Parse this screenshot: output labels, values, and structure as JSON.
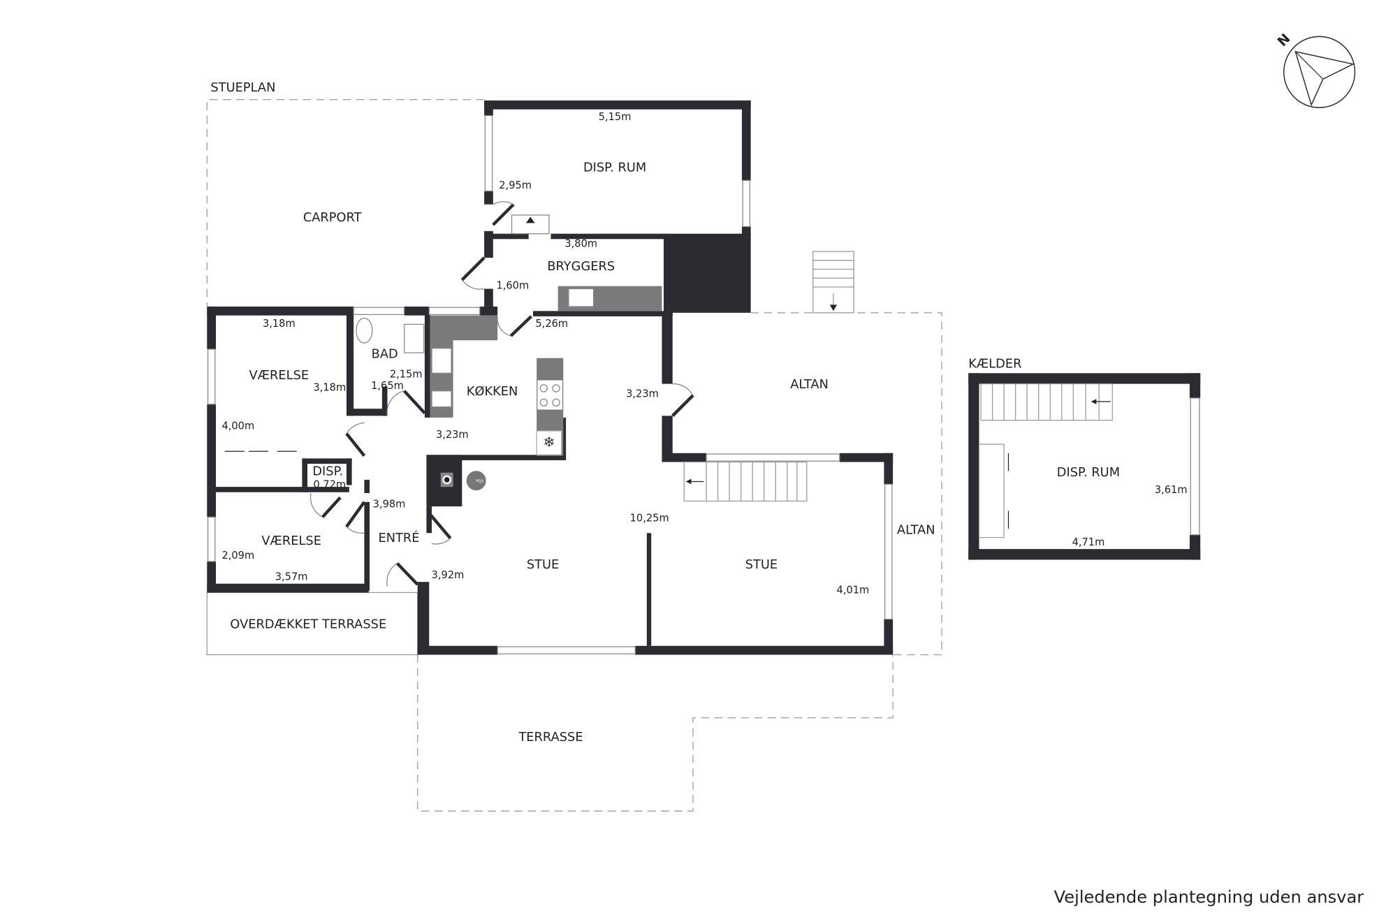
{
  "plans": {
    "ground_floor_title": "STUEPLAN",
    "basement_title": "KÆLDER"
  },
  "rooms": {
    "carport": "CARPORT",
    "disp_rum": "DISP. RUM",
    "bryggers": "BRYGGERS",
    "vaerelse_1": "VÆRELSE",
    "bad": "BAD",
    "kokken": "KØKKEN",
    "altan_1": "ALTAN",
    "disp": "DISP.",
    "entre": "ENTRÉ",
    "vaerelse_2": "VÆRELSE",
    "stue_1": "STUE",
    "stue_2": "STUE",
    "altan_2": "ALTAN",
    "overdaekket_terrasse": "OVERDÆKKET TERRASSE",
    "terrasse": "TERRASSE",
    "kaelder_disp_rum": "DISP. RUM",
    "pejs": "PEJS"
  },
  "dimensions": {
    "disp_rum_width": "5,15m",
    "disp_rum_depth": "2,95m",
    "bryggers_width": "3,80m",
    "bryggers_depth": "1,60m",
    "kitchen_top": "5,26m",
    "vaerelse_1_width": "3,18m",
    "vaerelse_1_depth": "3,18m",
    "vaerelse_1_wardrobe": "4,00m",
    "bad_width": "2,15m",
    "bad_depth": "1,65m",
    "altan_door": "3,23m",
    "kitchen_depth": "3,23m",
    "disp_depth": "0,72m",
    "entre_width": "3,98m",
    "stue_length": "10,25m",
    "vaerelse_2_depth": "2,09m",
    "vaerelse_2_width": "3,57m",
    "stue_1_depth": "3,92m",
    "stue_2_depth": "4,01m",
    "kaelder_depth": "3,61m",
    "kaelder_width": "4,71m"
  },
  "compass": {
    "label": "N"
  },
  "footer": "Vejledende plantegning uden ansvar"
}
